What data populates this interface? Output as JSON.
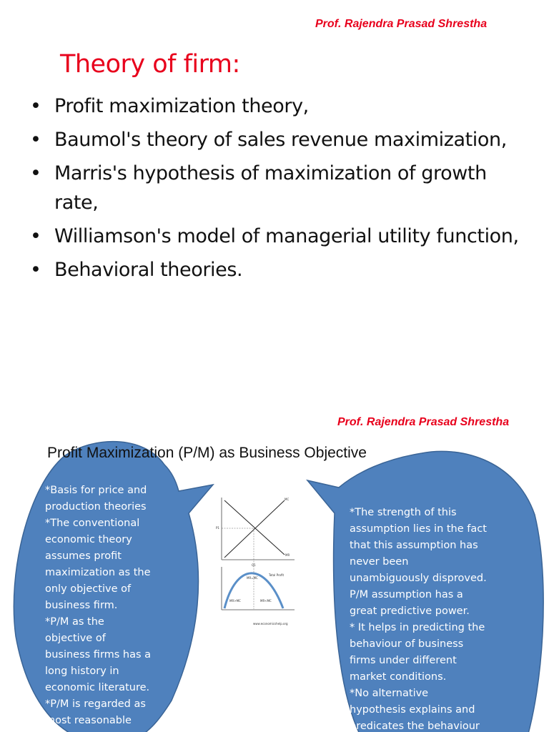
{
  "slide1": {
    "author": "Prof. Rajendra Prasad Shrestha",
    "title": "Theory of firm:",
    "bullet_char": "•",
    "bullets": [
      "Profit maximization theory,",
      "Baumol's theory of sales revenue maximization,",
      "Marris's hypothesis of maximization of growth rate,",
      "Williamson's model of managerial utility function,",
      "Behavioral theories."
    ]
  },
  "slide2": {
    "author": "Prof. Rajendra Prasad Shrestha",
    "title": "Profit Maximization (P/M) as Business Objective",
    "left_bubble": "*Basis for price and\nproduction theories\n*The conventional\neconomic theory\nassumes profit\nmaximization as the\nonly objective of\nbusiness firm.\n*P/M as the\nobjective of\nbusiness firms has a\nlong history in\neconomic literature.\n*P/M is regarded as\nmost reasonable",
    "right_bubble": "*The strength of this\nassumption lies in the fact\nthat this assumption has\nnever been\nunambiguously disproved.\n P/M assumption has a\ngreat predictive power.\n* It helps in predicting the\nbehaviour of business\nfirms under different\nmarket conditions.\n*No alternative\nhypothesis explains and\npredicates the behaviour",
    "figure": {
      "labels": {
        "mc": "MC",
        "mr": "MR",
        "p1": "P1",
        "q_axis_top": "Q",
        "q1": "Q1",
        "mr_eq_mc": "MR=MC",
        "total_profit": "Total Profit",
        "mr_gt_mc": "MR>MC",
        "mr_lt_mc": "MR<MC",
        "q_axis_bottom": "Q",
        "source": "www.economicshelp.org"
      }
    },
    "colors": {
      "bubble_fill": "#4f81bd",
      "bubble_stroke": "#3a6496",
      "author_red": "#e8001c",
      "title_red": "#e8001c"
    }
  }
}
